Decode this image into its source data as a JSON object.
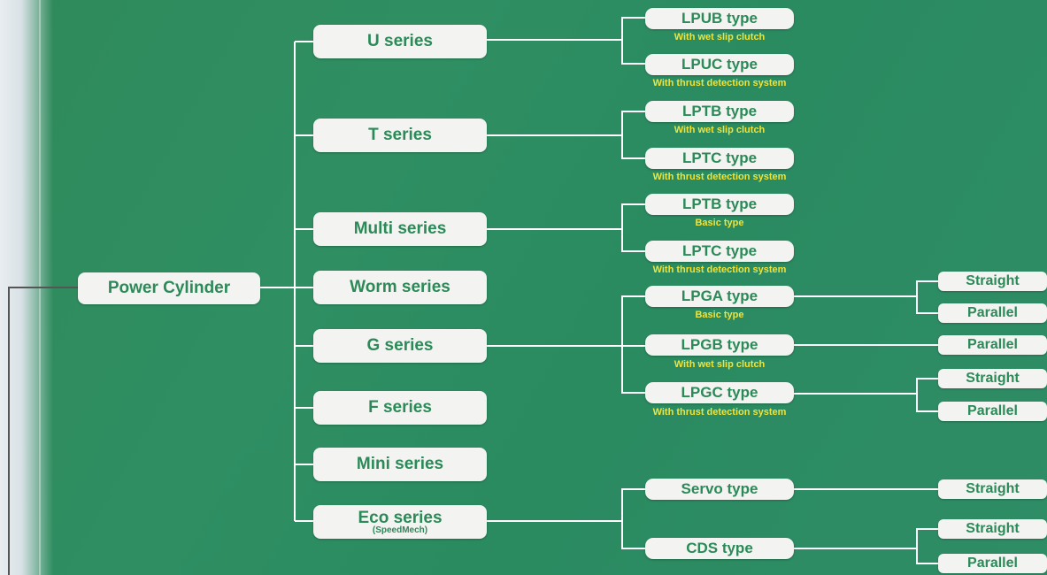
{
  "root": {
    "label": "Power Cylinder"
  },
  "series": [
    {
      "label": "U series"
    },
    {
      "label": "T series"
    },
    {
      "label": "Multi series"
    },
    {
      "label": "Worm series"
    },
    {
      "label": "G series"
    },
    {
      "label": "F series"
    },
    {
      "label": "Mini series"
    },
    {
      "label": "Eco series",
      "sub": "(SpeedMech)"
    }
  ],
  "types": [
    {
      "label": "LPUB type",
      "note": "With wet slip clutch"
    },
    {
      "label": "LPUC type",
      "note": "With thrust detection system"
    },
    {
      "label": "LPTB type",
      "note": "With wet slip clutch"
    },
    {
      "label": "LPTC type",
      "note": "With thrust detection system"
    },
    {
      "label": "LPTB type",
      "note": "Basic type"
    },
    {
      "label": "LPTC type",
      "note": "With thrust detection system"
    },
    {
      "label": "LPGA type",
      "note": "Basic type"
    },
    {
      "label": "LPGB type",
      "note": "With wet slip clutch"
    },
    {
      "label": "LPGC type",
      "note": "With thrust detection system"
    },
    {
      "label": "Servo type",
      "note": ""
    },
    {
      "label": "CDS type",
      "note": ""
    }
  ],
  "ends": [
    {
      "label": "Straight"
    },
    {
      "label": "Parallel"
    },
    {
      "label": "Parallel"
    },
    {
      "label": "Straight"
    },
    {
      "label": "Parallel"
    },
    {
      "label": "Straight"
    },
    {
      "label": "Straight"
    },
    {
      "label": "Parallel"
    }
  ]
}
